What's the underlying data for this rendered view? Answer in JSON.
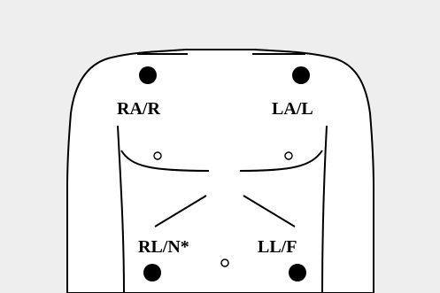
{
  "colors": {
    "background": "#eeeeee",
    "torso_fill": "#ffffff",
    "outline": "#000000",
    "electrode": "#000000"
  },
  "electrodes": [
    {
      "id": "ra",
      "label": "RA/R"
    },
    {
      "id": "la",
      "label": "LA/L"
    },
    {
      "id": "rl",
      "label": "RL/N*"
    },
    {
      "id": "ll",
      "label": "LL/F"
    }
  ]
}
